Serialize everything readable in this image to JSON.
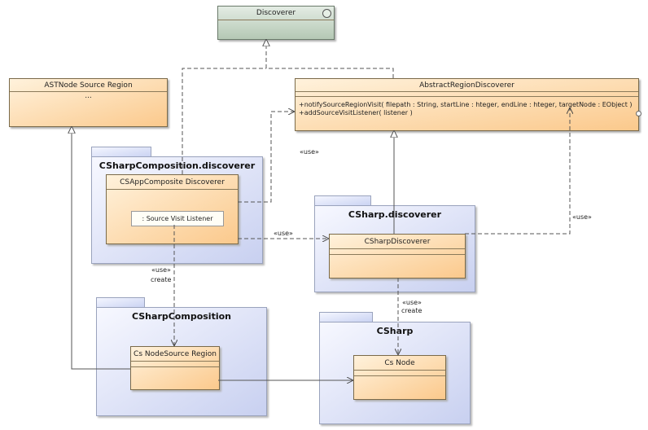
{
  "interface": {
    "name": "Discoverer"
  },
  "classes": {
    "ast_node_source_region": {
      "name": "ASTNode Source Region",
      "body": "..."
    },
    "abstract_region_discoverer": {
      "name": "AbstractRegionDiscoverer",
      "operations": [
        "+notifySourceRegionVisit( filepath : String, startLine : hteger, endLine : hteger, targetNode : EObject )",
        "+addSourceVisitListener( listener )"
      ]
    },
    "cs_app_composite_discoverer": {
      "name": "CSAppComposite Discoverer"
    },
    "source_visit_listener": {
      "name": ": Source Visit Listener"
    },
    "csharp_discoverer": {
      "name": "CSharpDiscoverer"
    },
    "cs_node_source_region": {
      "name": "Cs NodeSource Region"
    },
    "cs_node": {
      "name": "Cs Node"
    }
  },
  "packages": {
    "csharp_composition_discoverer": "CSharpComposition.discoverer",
    "csharp_discoverer": "CSharp.discoverer",
    "csharp_composition": "CSharpComposition",
    "csharp": "CSharp"
  },
  "labels": {
    "use_1": "«use»",
    "use_2": "«use»",
    "use_3": "«use»",
    "use_create_1": "«use»",
    "create_1": "create",
    "use_create_2": "«use»",
    "create_2": "create"
  },
  "colors": {
    "class_fill": "#fbc98c",
    "package_fill": "#c9d2f2",
    "interface_fill": "#b4c8b4"
  }
}
